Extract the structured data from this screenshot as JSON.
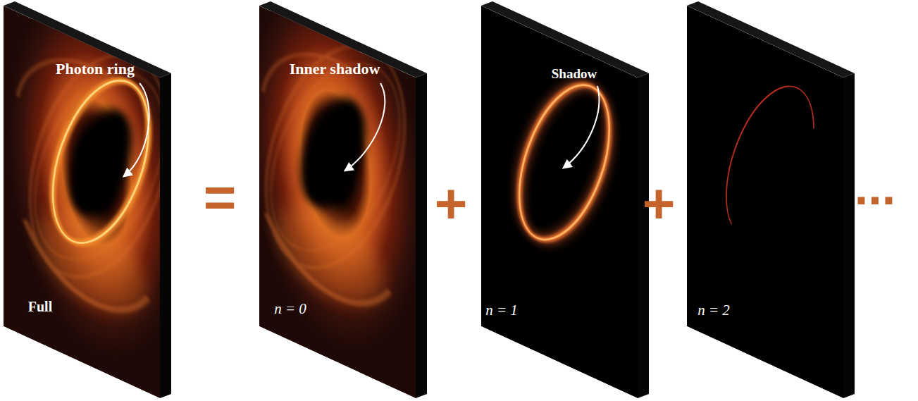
{
  "diagram": {
    "nodes": [
      {
        "text": [
          "Photon ring",
          "Full"
        ]
      },
      {
        "text": [
          "Inner shadow",
          "n = 0"
        ]
      },
      {
        "text": [
          "Shadow",
          "n = 1"
        ]
      },
      {
        "text": [
          "n = 2"
        ]
      }
    ],
    "labels": [
      "=",
      "+",
      "+",
      "..."
    ]
  }
}
